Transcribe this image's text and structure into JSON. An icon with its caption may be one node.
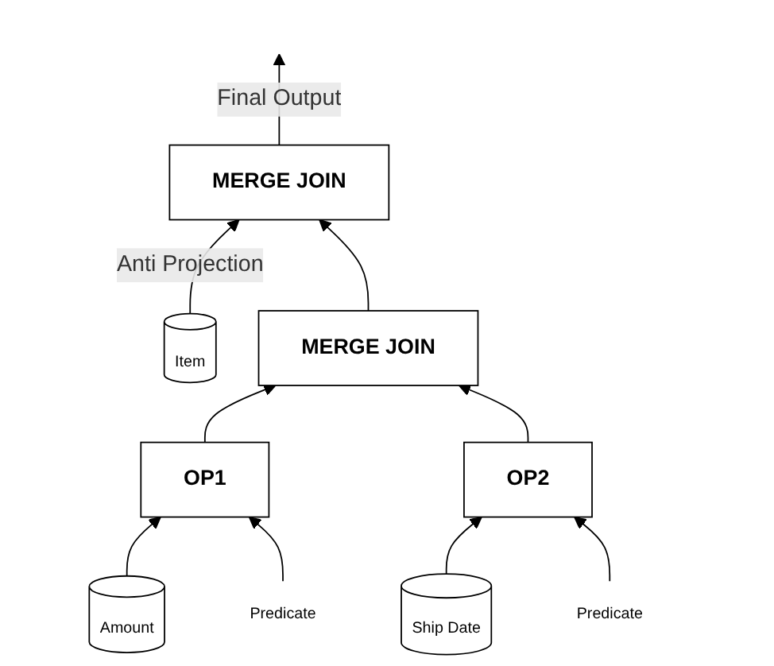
{
  "diagram": {
    "nodes": [
      {
        "text": [
          "MERGE JOIN"
        ]
      },
      {
        "text": [
          "Item"
        ]
      },
      {
        "text": [
          "Amount"
        ]
      },
      {
        "text": [
          "MERGE JOIN"
        ]
      },
      {
        "text": [
          "Ship Date"
        ]
      },
      {
        "text": [
          "OP1"
        ]
      },
      {
        "text": [
          "OP2"
        ]
      },
      {
        "text": [
          "Predicate"
        ]
      },
      {
        "text": [
          "Predicate"
        ]
      }
    ],
    "edges": [
      {
        "from": 0,
        "to": null,
        "arrow": "to",
        "label": "Final Output"
      },
      {
        "from": 1,
        "to": 0,
        "arrow": "to",
        "label": "Anti Projection"
      },
      {
        "from": 3,
        "to": 0,
        "arrow": "to"
      },
      {
        "from": 5,
        "to": 3,
        "arrow": "to"
      },
      {
        "from": 6,
        "to": 3,
        "arrow": "to"
      },
      {
        "from": 2,
        "to": 5,
        "arrow": "to"
      },
      {
        "from": 4,
        "to": 6,
        "arrow": "to"
      },
      {
        "from": 7,
        "to": 5,
        "arrow": "to"
      },
      {
        "from": 8,
        "to": 6,
        "arrow": "to"
      }
    ]
  }
}
